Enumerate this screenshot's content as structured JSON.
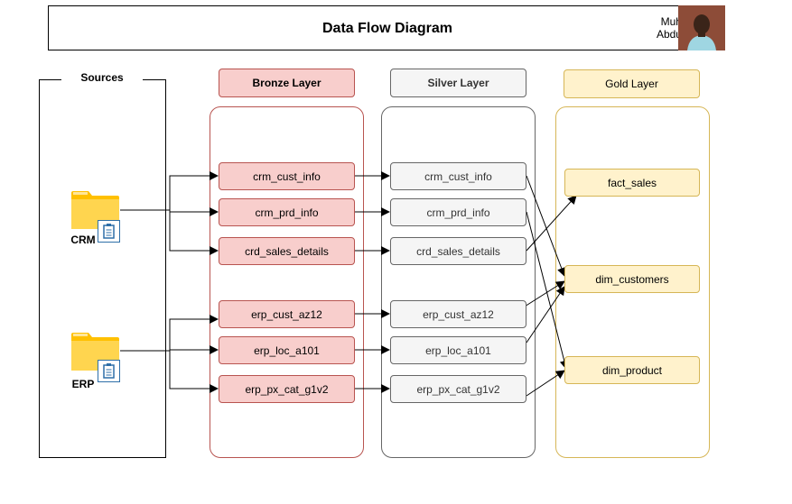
{
  "header": {
    "title": "Data Flow Diagram",
    "author_line1": "Muhammad",
    "author_line2": "Abdulroqeeb"
  },
  "sources": {
    "label": "Sources",
    "crm": "CRM",
    "erp": "ERP"
  },
  "layers": {
    "bronze": {
      "title": "Bronze Layer",
      "nodes": [
        "crm_cust_info",
        "crm_prd_info",
        "crd_sales_details",
        "erp_cust_az12",
        "erp_loc_a101",
        "erp_px_cat_g1v2"
      ]
    },
    "silver": {
      "title": "Silver Layer",
      "nodes": [
        "crm_cust_info",
        "crm_prd_info",
        "crd_sales_details",
        "erp_cust_az12",
        "erp_loc_a101",
        "erp_px_cat_g1v2"
      ]
    },
    "gold": {
      "title": "Gold Layer",
      "nodes": [
        "fact_sales",
        "dim_customers",
        "dim_product"
      ]
    }
  },
  "colors": {
    "bronze_fill": "#f8cecc",
    "bronze_stroke": "#b85450",
    "silver_fill": "#f5f5f5",
    "silver_stroke": "#666666",
    "gold_fill": "#fff2cc",
    "gold_stroke": "#d6b656",
    "folder": "#ffc000"
  },
  "icons": {
    "folder": "folder-icon",
    "document": "document-icon",
    "avatar": "avatar-photo"
  }
}
